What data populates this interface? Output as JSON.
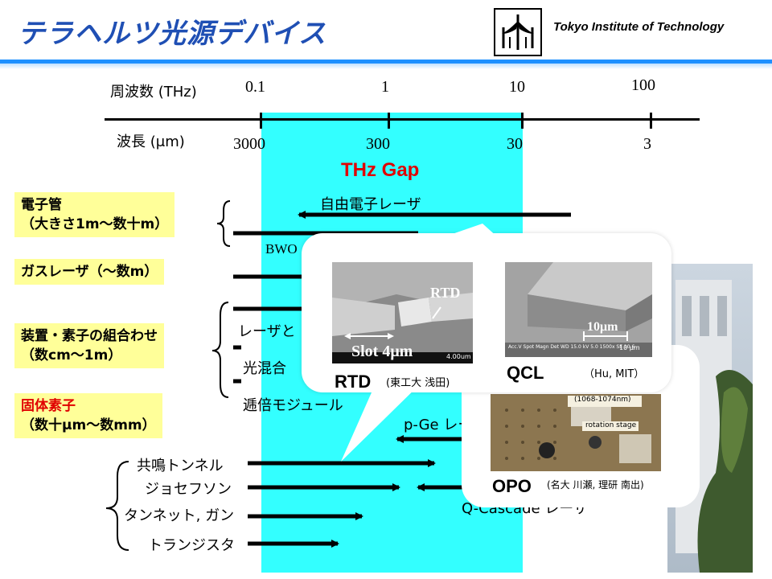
{
  "header": {
    "title": "テラヘルツ光源デバイス",
    "institution": "Tokyo Institute of Technology"
  },
  "axis": {
    "freq_label": "周波数 (THz)",
    "wave_label": "波長 (μm)",
    "freq_ticks": [
      "0.1",
      "1",
      "10",
      "100"
    ],
    "wave_ticks": [
      "3000",
      "300",
      "30",
      "3"
    ],
    "gap_label": "THz Gap"
  },
  "categories": {
    "electron_tube": {
      "line1": "電子管",
      "line2": "（大きさ1m～数十m）"
    },
    "gas_laser": {
      "line1": "ガスレーザ（～数m）"
    },
    "combination": {
      "line1": "装置・素子の組合わせ",
      "line2": "（数cm～1m）"
    },
    "solid_state": {
      "line1": "固体素子",
      "line2": "（数十μm～数mm）"
    }
  },
  "sources": {
    "fel": "自由電子レーザ",
    "bwo": "BWO",
    "laser_combo": "レーザと",
    "photomix": "光混合",
    "multiplier": "逓倍モジュール",
    "p_ge_laser": "p-Ge レーザ",
    "rtd": "共鳴トンネル",
    "josephson": "ジョセフソン",
    "tunnett": "タンネット, ガン",
    "transistor": "トランジスタ",
    "qc_laser": "Q-Cascade レーザ"
  },
  "callouts": {
    "rtd": {
      "name": "RTD",
      "credit": "(東工大 浅田)",
      "slot_label": "Slot 4μm",
      "arrow_label": "RTD",
      "scale_text": "4.00um"
    },
    "qcl": {
      "name": "QCL",
      "credit": "（Hu, MIT）",
      "scale_label": "10μm",
      "scale_text": "10 μm",
      "sem_info": "Acc.V Spot Magn Det WD  15.0 kV 5.0 1500x SE 10.6"
    },
    "opo": {
      "name": "OPO",
      "credit": "(名大 川瀬, 理研 南出)",
      "label1": "(1068-1074nm)",
      "label2": "rotation stage"
    }
  }
}
